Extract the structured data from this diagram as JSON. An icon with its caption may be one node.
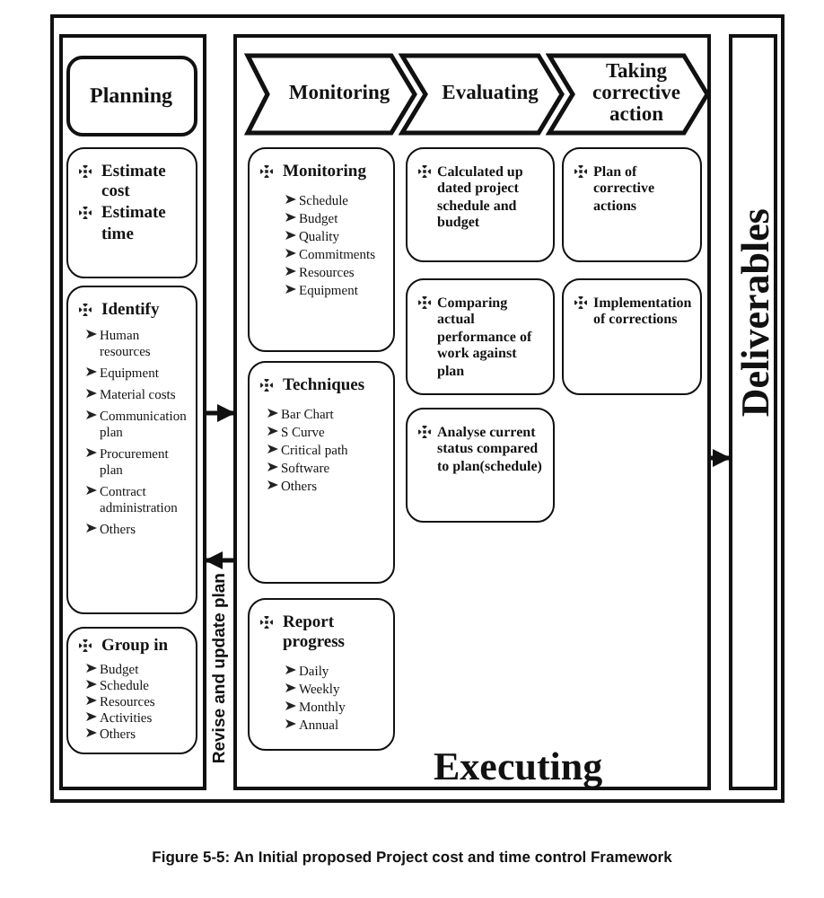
{
  "diagram": {
    "caption": "Figure 5-5: An Initial proposed Project cost and time control Framework",
    "nodes": [
      {
        "text": [],
        "shape": "box"
      },
      {
        "text": [],
        "shape": "box",
        "in": 0
      },
      {
        "text": [
          "Executing"
        ],
        "in": 0
      },
      {
        "text": [
          "Deliverables"
        ],
        "in": 0
      },
      {
        "text": [
          "Planning"
        ],
        "in": 1
      },
      {
        "text": [
          "Estimate cost",
          "Estimate time"
        ],
        "in": 1
      },
      {
        "text": [
          "Identify",
          "Human resources",
          "Equipment",
          "Material costs",
          "Communication plan",
          "Procurement plan",
          "Contract administration",
          "Others"
        ],
        "in": 1
      },
      {
        "text": [
          "Group in",
          "Budget",
          "Schedule",
          "Resources",
          "Activities",
          "Others"
        ],
        "in": 1
      },
      {
        "text": [
          "Monitoring"
        ],
        "in": 2
      },
      {
        "text": [
          "Evaluating"
        ],
        "in": 2
      },
      {
        "text": [
          "Taking corrective action"
        ],
        "in": 2
      },
      {
        "text": [
          "Monitoring",
          "Schedule",
          "Budget",
          "Quality",
          "Commitments",
          "Resources",
          "Equipment"
        ],
        "in": 2
      },
      {
        "text": [
          "Techniques",
          "Bar Chart",
          "S Curve",
          "Critical path",
          "Software",
          "Others"
        ],
        "in": 2
      },
      {
        "text": [
          "Report progress",
          "Daily",
          "Weekly",
          "Monthly",
          "Annual"
        ],
        "in": 2
      },
      {
        "text": [
          "Calculated up dated project schedule and budget"
        ],
        "in": 2
      },
      {
        "text": [
          "Comparing actual performance of work against plan"
        ],
        "in": 2
      },
      {
        "text": [
          "Analyse current status compared to plan(schedule)"
        ],
        "in": 2
      },
      {
        "text": [
          "Plan of corrective actions"
        ],
        "in": 2
      },
      {
        "text": [
          "Implementation of corrections"
        ],
        "in": 2
      }
    ],
    "edges": [
      {
        "from": 1,
        "to": 2,
        "arrow": "to"
      },
      {
        "from": 2,
        "to": 1,
        "arrow": "to",
        "label": "Revise and update plan"
      },
      {
        "from": 2,
        "to": 3,
        "arrow": "to"
      }
    ]
  }
}
